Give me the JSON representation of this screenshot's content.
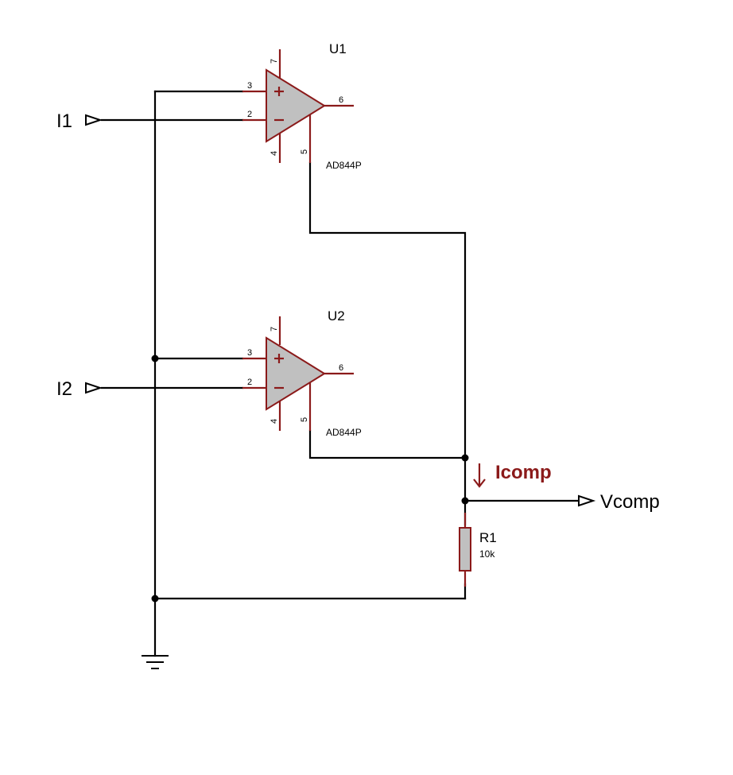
{
  "components": {
    "u1": {
      "ref": "U1",
      "part": "AD844P",
      "pins": {
        "noninv": "3",
        "inv": "2",
        "out": "6",
        "vpos": "7",
        "vneg": "4",
        "tz": "5"
      }
    },
    "u2": {
      "ref": "U2",
      "part": "AD844P",
      "pins": {
        "noninv": "3",
        "inv": "2",
        "out": "6",
        "vpos": "7",
        "vneg": "4",
        "tz": "5"
      }
    },
    "r1": {
      "ref": "R1",
      "value": "10k"
    }
  },
  "terminals": {
    "i1": "I1",
    "i2": "I2",
    "vcomp": "Vcomp"
  },
  "annotations": {
    "current_label": "Icomp"
  },
  "colors": {
    "wire": "#000000",
    "component_outline": "#8b1a1a",
    "component_fill": "#c0c0c0",
    "current_label": "#8b1a1a"
  }
}
